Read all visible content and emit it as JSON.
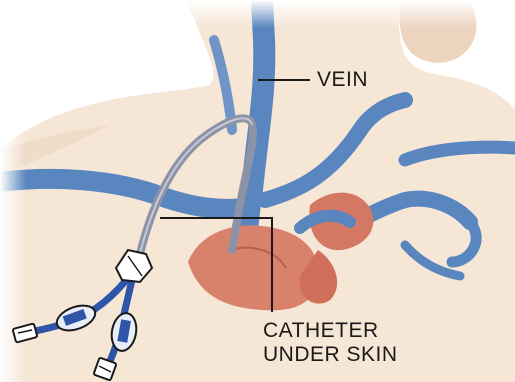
{
  "labels": {
    "vein": "VEIN",
    "catheter_line1": "CATHETER",
    "catheter_line2": "UNDER SKIN"
  },
  "colors": {
    "skin": "#f6e6d6",
    "skin_shade": "#ecd4bf",
    "vein": "#5a86bf",
    "heart": "#d9826b",
    "catheter": "#8d93a6",
    "lumen_tube": "#2f55a8",
    "clamp": "#e8eef8",
    "leader_line": "#1a1a1a"
  },
  "icons": [
    "catheter-hub-icon",
    "clamp-icon",
    "luer-connector-icon"
  ]
}
